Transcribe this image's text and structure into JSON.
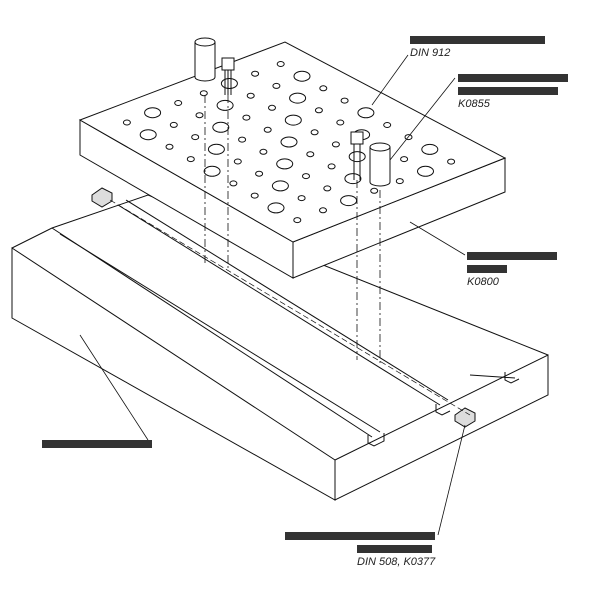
{
  "labels": {
    "screw": "DIN 912",
    "pin": "K0855",
    "plate": "K0800",
    "base": "",
    "tslot_nut": "DIN 508, K0377"
  }
}
